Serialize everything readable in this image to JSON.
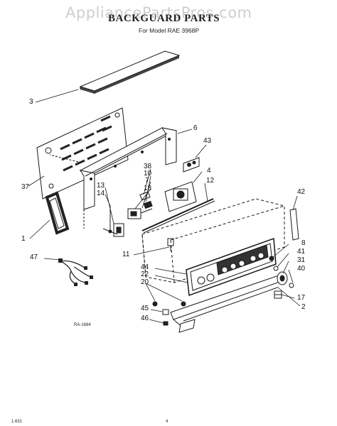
{
  "watermark": "AppliancePartsPros.com",
  "title": "BACKGUARD PARTS",
  "subtitle": "For Model RAE 3968P",
  "diagram_code": "RA-1684",
  "footer_left": "1.631",
  "page_number": "4",
  "callouts": {
    "c3": "3",
    "c6": "6",
    "c43": "43",
    "c38": "38",
    "c10": "10",
    "c7": "7",
    "c4": "4",
    "c18": "18",
    "c13": "13",
    "c14": "14",
    "c12": "12",
    "c42": "42",
    "c37": "37",
    "c1": "1",
    "c8": "8",
    "c41": "41",
    "c31": "31",
    "c40": "40",
    "c47": "47",
    "c11": "11",
    "c44": "44",
    "c22": "22",
    "c20": "20",
    "c17": "17",
    "c2": "2",
    "c45": "45",
    "c46": "46"
  }
}
